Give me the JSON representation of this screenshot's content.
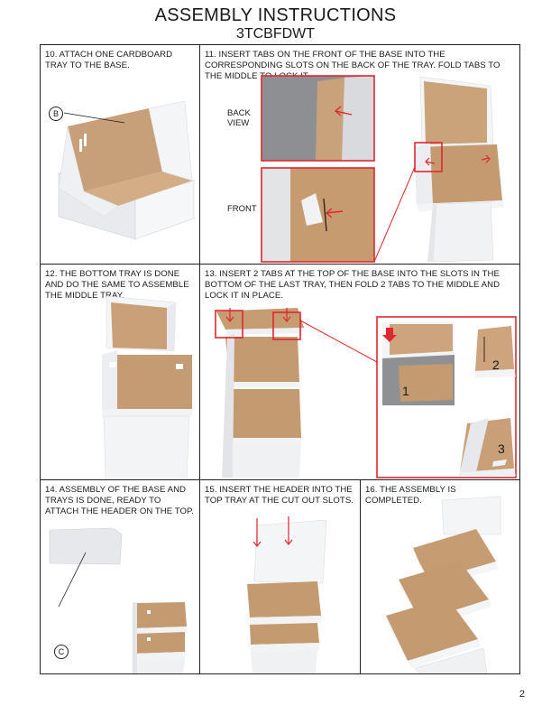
{
  "header": {
    "title": "ASSEMBLY INSTRUCTIONS",
    "model": "3TCBFDWT"
  },
  "steps": [
    {
      "text": "10. ATTACH ONE CARDBOARD TRAY TO THE BASE."
    },
    {
      "text": "11. INSERT TABS ON THE FRONT OF THE BASE INTO THE CORRESPONDING SLOTS ON THE BACK OF THE TRAY. FOLD TABS TO THE MIDDLE TO LOCK IT."
    },
    {
      "text": "12. THE BOTTOM TRAY IS DONE AND DO THE SAME TO ASSEMBLE THE MIDDLE TRAY."
    },
    {
      "text": "13. INSERT 2 TABS AT THE TOP OF THE BASE INTO THE SLOTS IN THE BOTTOM OF THE LAST TRAY, THEN FOLD 2 TABS TO THE MIDDLE AND LOCK IT IN PLACE."
    },
    {
      "text": "14. ASSEMBLY OF THE BASE AND TRAYS IS DONE, READY TO ATTACH THE HEADER ON THE TOP."
    },
    {
      "text": "15. INSERT THE HEADER INTO THE TOP TRAY AT THE CUT OUT SLOTS."
    },
    {
      "text": "16. THE ASSEMBLY IS COMPLETED."
    }
  ],
  "callouts": {
    "part_b": "B",
    "part_c": "C",
    "back_view": "BACK VIEW",
    "front": "FRONT",
    "num1": "1",
    "num2": "2",
    "num3": "3"
  },
  "colors": {
    "accent_red": "#e0272f",
    "cardboard": "#c99d72",
    "white_board": "#f3f4f6"
  },
  "footer": {
    "page": "2"
  }
}
